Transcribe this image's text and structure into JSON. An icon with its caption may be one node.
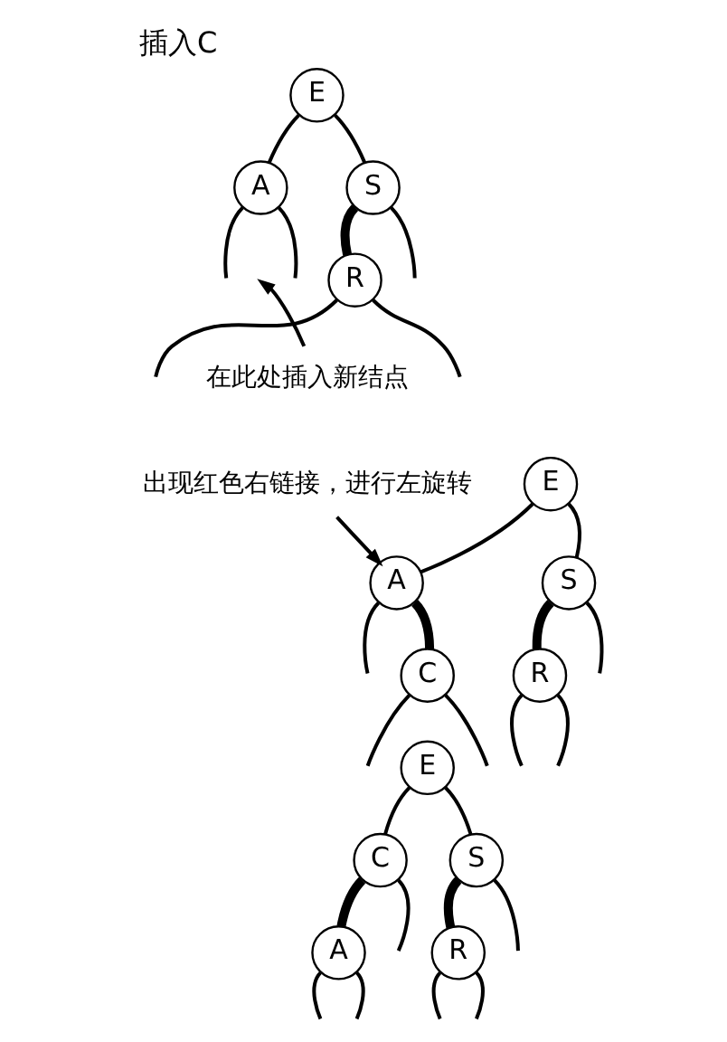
{
  "diagram": {
    "title": "插入C",
    "nodes": [
      {
        "text": [
          "E"
        ]
      },
      {
        "text": [
          "A"
        ]
      },
      {
        "text": [
          "S"
        ]
      },
      {
        "text": [
          "R"
        ]
      },
      {
        "text": [
          "在此处插入新结点"
        ]
      },
      {
        "text": [
          "出现红色右链接，进行左旋转"
        ]
      },
      {
        "text": [
          "E"
        ]
      },
      {
        "text": [
          "A"
        ]
      },
      {
        "text": [
          "C"
        ]
      },
      {
        "text": [
          "S"
        ]
      },
      {
        "text": [
          "R"
        ]
      },
      {
        "text": [
          "E"
        ]
      },
      {
        "text": [
          "C"
        ]
      },
      {
        "text": [
          "A"
        ]
      },
      {
        "text": [
          "S"
        ]
      },
      {
        "text": [
          "R"
        ]
      }
    ],
    "edges": [
      {
        "from": 0,
        "to": 1,
        "arrow": "none"
      },
      {
        "from": 0,
        "to": 2,
        "arrow": "none"
      },
      {
        "from": 1,
        "to": null,
        "arrow": "none"
      },
      {
        "from": 1,
        "to": null,
        "arrow": "none"
      },
      {
        "from": 2,
        "to": 3,
        "arrow": "none",
        "style": "thick"
      },
      {
        "from": 2,
        "to": null,
        "arrow": "none"
      },
      {
        "from": 3,
        "to": null,
        "arrow": "none"
      },
      {
        "from": 3,
        "to": null,
        "arrow": "none"
      },
      {
        "from": 4,
        "to": null,
        "arrow": "to"
      },
      {
        "from": 5,
        "to": 7,
        "arrow": "to"
      },
      {
        "from": 6,
        "to": 7,
        "arrow": "none"
      },
      {
        "from": 6,
        "to": 9,
        "arrow": "none"
      },
      {
        "from": 7,
        "to": null,
        "arrow": "none"
      },
      {
        "from": 7,
        "to": 8,
        "arrow": "none",
        "style": "thick"
      },
      {
        "from": 8,
        "to": null,
        "arrow": "none"
      },
      {
        "from": 8,
        "to": null,
        "arrow": "none"
      },
      {
        "from": 9,
        "to": 10,
        "arrow": "none",
        "style": "thick"
      },
      {
        "from": 9,
        "to": null,
        "arrow": "none"
      },
      {
        "from": 10,
        "to": null,
        "arrow": "none"
      },
      {
        "from": 10,
        "to": null,
        "arrow": "none"
      },
      {
        "from": 11,
        "to": 12,
        "arrow": "none"
      },
      {
        "from": 11,
        "to": 14,
        "arrow": "none"
      },
      {
        "from": 12,
        "to": 13,
        "arrow": "none",
        "style": "thick"
      },
      {
        "from": 12,
        "to": null,
        "arrow": "none"
      },
      {
        "from": 13,
        "to": null,
        "arrow": "none"
      },
      {
        "from": 13,
        "to": null,
        "arrow": "none"
      },
      {
        "from": 14,
        "to": 15,
        "arrow": "none",
        "style": "thick"
      },
      {
        "from": 14,
        "to": null,
        "arrow": "none"
      },
      {
        "from": 15,
        "to": null,
        "arrow": "none"
      },
      {
        "from": 15,
        "to": null,
        "arrow": "none"
      }
    ]
  }
}
